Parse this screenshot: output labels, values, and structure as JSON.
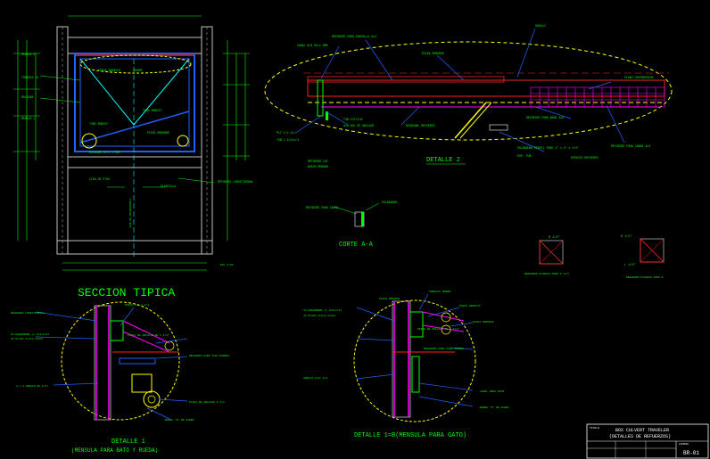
{
  "colors": {
    "background": "#000000",
    "green": "#00ff00",
    "yellow": "#ffff00",
    "blue": "#2060ff",
    "cyan": "#00ffff",
    "magenta": "#ff00ff",
    "red": "#ff2020",
    "white": "#ffffff",
    "gray": "#c0c0c0",
    "orange": "#ff8000"
  },
  "titles": {
    "seccion_tipica": "SECCION TIPICA",
    "detalle_2": "DETALLE 2",
    "corte_aa": "CORTE A-A",
    "detalle_1": "DETALLE 1",
    "detalle_1_sub": "(MENSULA PARA BATO Y RUEDA)",
    "detalle_1b": "DETALLE 1=B(MENSULA PARA GATO)"
  },
  "title_block": {
    "label": "TITULO",
    "line1": "BOX CULVERT TRAVELER",
    "line2": "(DETALLES DE REFUERZOS)",
    "sheet_label": "LAMINA",
    "sheet": "BR-01"
  },
  "small_labels": {
    "corte_a_note": "REFUERZO PARA CARGA",
    "soldadura": "SOLDADURA",
    "detail2_right": "REFUERZO PARA CARGA 4x3",
    "r_half_a": "R 1/2\"",
    "r_half_b": "R 1/2\"",
    "l_half": "L 1/2\"",
    "refuerzo_a": "REFUERZO PLANCHA PARA R 1/2\"",
    "refuerzo_b": "REFUERZO PLANCHA PARA R",
    "d2_soldadura": "SOLDADURA PERFIL TUBO 1\" x 1\" x 1/4\"",
    "d2_esp": "ESP. TUB.",
    "d1_refuerzo": "REFUERZO LONGITUDINAL",
    "d1_diag": "4 x 4 ANGULO DE 1/4\"",
    "d1b_label": "2C ESQUINERA (L 3x3x3/8)",
    "d1b_sub": "4X PLACA 3/4x1.4x3/8",
    "top_label": "ANGULO",
    "escala": "ESC 1/25"
  }
}
